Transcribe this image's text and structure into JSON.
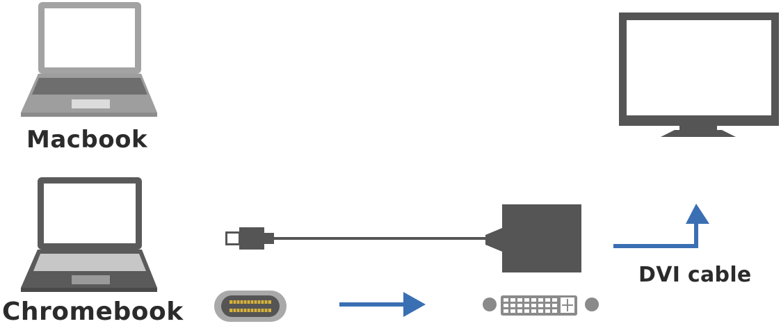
{
  "labels": {
    "macbook": "Macbook",
    "chromebook": "Chromebook",
    "dvi_cable": "DVI cable"
  },
  "colors": {
    "macbook_body": "#9e9e9e",
    "chromebook_body": "#5a5a5a",
    "adapter": "#555555",
    "monitor": "#555555",
    "arrow": "#3a6fb4",
    "usbc_pins": "#d8b23a"
  },
  "icons": [
    "macbook-laptop-icon",
    "chromebook-laptop-icon",
    "monitor-icon",
    "usb-c-plug-icon",
    "usb-c-port-icon",
    "dvi-adapter-box-icon",
    "dvi-port-icon",
    "right-arrow-icon",
    "up-turn-arrow-icon"
  ]
}
